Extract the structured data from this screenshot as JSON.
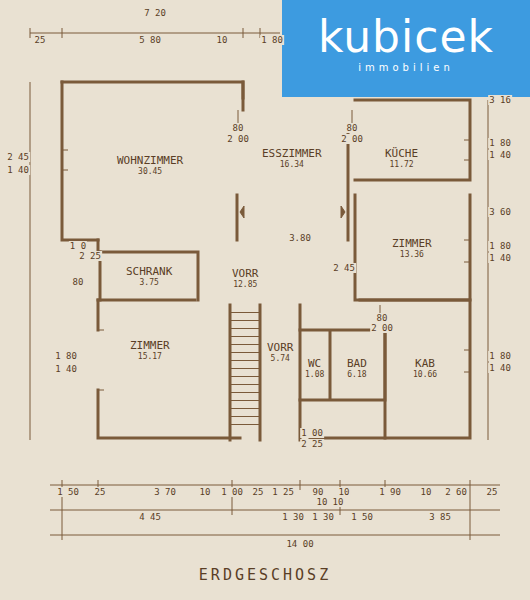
{
  "diagram": {
    "title": "ERDGESCHOSZ",
    "nodes": [
      {
        "text": [
          "kubicek",
          "immobilien"
        ]
      },
      {
        "text": [
          "WOHNZIMMER",
          "30.45"
        ]
      },
      {
        "text": [
          "ESSZIMMER",
          "16.34"
        ]
      },
      {
        "text": [
          "KÜCHE",
          "11.72"
        ]
      },
      {
        "text": [
          "ZIMMER",
          "13.36"
        ]
      },
      {
        "text": [
          "SCHRANK",
          "3.75"
        ]
      },
      {
        "text": [
          "VORR",
          "12.85"
        ]
      },
      {
        "text": [
          "ZIMMER",
          "15.17"
        ]
      },
      {
        "text": [
          "VORR",
          "5.74"
        ]
      },
      {
        "text": [
          "WC",
          "1.08"
        ]
      },
      {
        "text": [
          "BAD",
          "6.18"
        ]
      },
      {
        "text": [
          "KAB",
          "10.66"
        ]
      }
    ],
    "labels": [
      "7 20",
      "25",
      "5 80",
      "10",
      "1 80",
      "3 16",
      "1 80",
      "1 40",
      "3 60",
      "1 80",
      "1 40",
      "1 80",
      "1 40",
      "2 45",
      "1 40",
      "1 0",
      "2 25",
      "80",
      "1 80",
      "1 40",
      "80",
      "2 00",
      "80",
      "2 00",
      "3.80",
      "2 45",
      "80",
      "2 00",
      "1 00",
      "2 25",
      "1 50",
      "25",
      "3 70",
      "10",
      "1 00",
      "25",
      "1 25",
      "90",
      "10",
      "1 90",
      "10",
      "2 60",
      "25",
      "10",
      "10",
      "4 45",
      "1 30",
      "1 30",
      "1 50",
      "3 85",
      "14 00"
    ]
  }
}
